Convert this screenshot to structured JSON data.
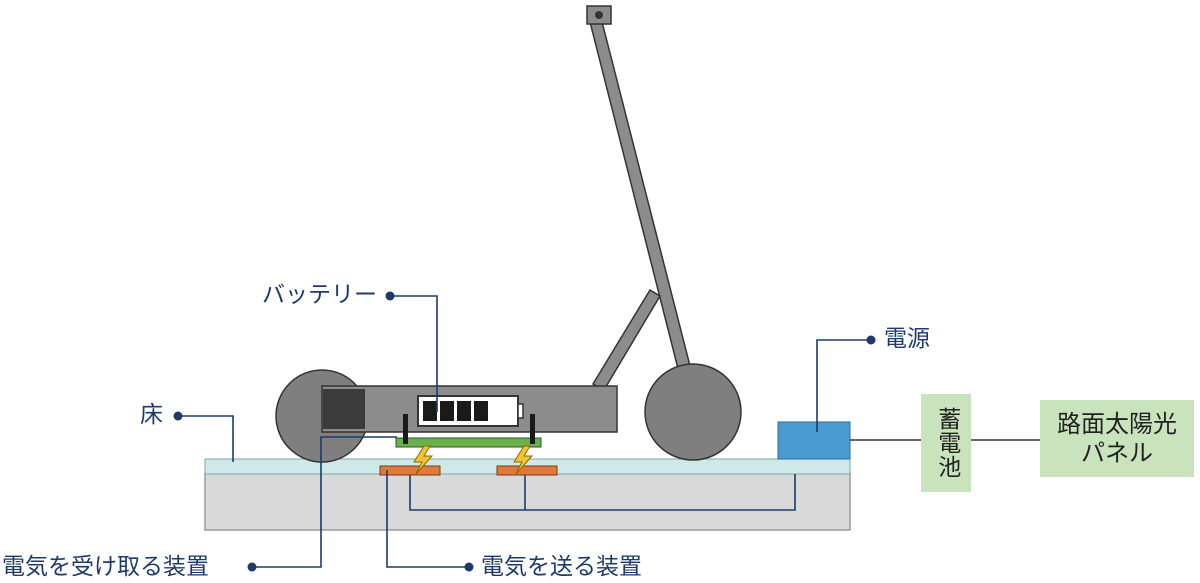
{
  "labels": {
    "battery": "バッテリー",
    "floor": "床",
    "power_source": "電源",
    "receiver": "電気を受け取る装置",
    "transmitter": "電気を送る装置"
  },
  "boxes": {
    "storage_battery": "蓄電池",
    "solar_panel_line1": "路面太陽光",
    "solar_panel_line2": "パネル"
  },
  "colors": {
    "scooter_gray": "#8c8c8c",
    "wheel_gray": "#7f7f7f",
    "outline": "#333333",
    "floor_top": "#cfe9e8",
    "floor_base": "#d9d9d9",
    "receiver_green": "#6ab04c",
    "transmitter_orange": "#e07a3c",
    "power_blue": "#4a9bd1",
    "box_green": "#c9e3bd",
    "leader_navy": "#1d3a6b"
  }
}
